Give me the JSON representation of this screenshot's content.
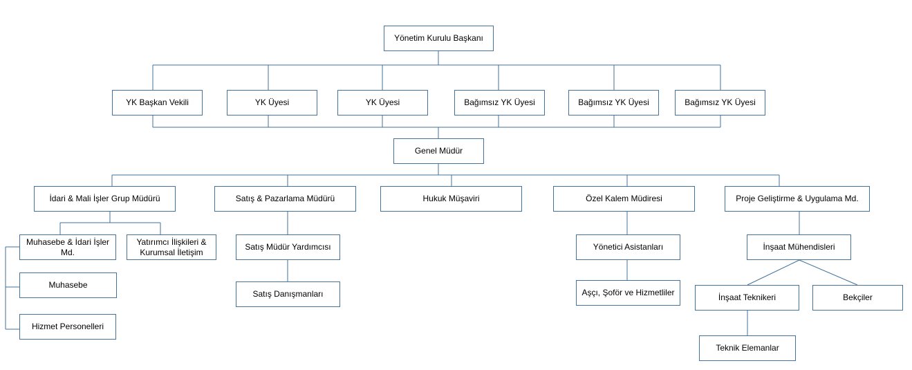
{
  "line_color": "#41719C",
  "nodes": {
    "ykb": "Yönetim Kurulu Başkanı",
    "ykbv": "YK Başkan Vekili",
    "yku1": "YK Üyesi",
    "yku2": "YK Üyesi",
    "bag1": "Bağımsız YK Üyesi",
    "bag2": "Bağımsız YK Üyesi",
    "bag3": "Bağımsız YK Üyesi",
    "gm": "Genel Müdür",
    "idari": "İdari & Mali İşler Grup Müdürü",
    "satis": "Satış & Pazarlama Müdürü",
    "hukuk": "Hukuk Müşaviri",
    "ozel": "Özel Kalem Müdiresi",
    "proje": "Proje Geliştirme & Uygulama Md.",
    "muh_idari": "Muhasebe & İdari İşler Md.",
    "yatirimci": "Yatırımcı İlişkileri & Kurumsal İletişim",
    "muhasebe": "Muhasebe",
    "hizmet": "Hizmet Personelleri",
    "satis_my": "Satış Müdür Yardımcısı",
    "satis_dan": "Satış Danışmanları",
    "yon_asist": "Yönetici Asistanları",
    "ascii": "Aşçı, Şoför ve Hizmetliler",
    "insaat_muh": "İnşaat Mühendisleri",
    "insaat_tek": "İnşaat Teknikeri",
    "bekci": "Bekçiler",
    "teknik_el": "Teknik Elemanlar"
  }
}
